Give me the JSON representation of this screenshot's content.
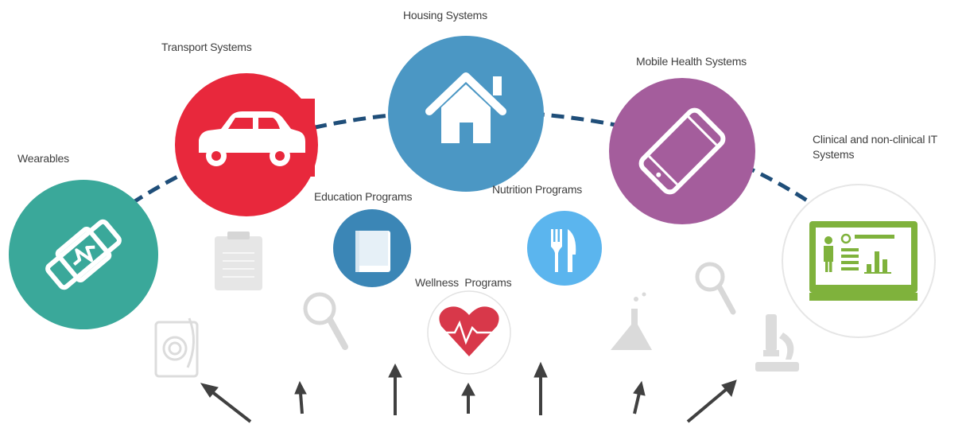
{
  "labels": {
    "housing": "Housing Systems",
    "transport": "Transport Systems",
    "mobile_health": "Mobile Health Systems",
    "wearables": "Wearables",
    "clinical": "Clinical and non-clinical IT Systems",
    "education": "Education Programs",
    "nutrition": "Nutrition Programs",
    "wellness": "Wellness  Programs"
  },
  "colors": {
    "housing": "#4b97c4",
    "transport": "#e8283c",
    "mobile_health": "#a45d9c",
    "wearables": "#3aa89a",
    "clinical_icon": "#7fb23c",
    "education": "#3b86b6",
    "nutrition": "#5bb5ee",
    "wellness": "#d8384a",
    "arc": "#1f4e79",
    "arrow": "#404040",
    "faded_icon": "#dcdcdc"
  },
  "icons": {
    "housing": "house-icon",
    "transport": "car-icon",
    "mobile_health": "smartphone-icon",
    "wearables": "smartwatch-icon",
    "clinical": "monitor-dashboard-icon",
    "education": "book-icon",
    "nutrition": "fork-knife-icon",
    "wellness": "heart-pulse-icon",
    "background": [
      "stethoscope-icon",
      "clipboard-icon",
      "magnifier-icon",
      "flask-icon",
      "magnifier-icon",
      "microscope-icon"
    ]
  }
}
